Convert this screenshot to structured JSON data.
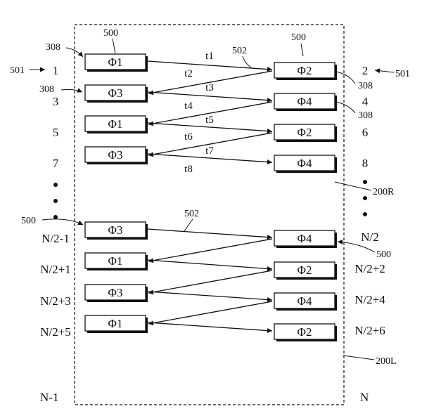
{
  "pipeline": {
    "rows": [
      {
        "left_label": "1",
        "left_phase": "Φ1",
        "right_label": "2",
        "right_phase": "Φ2"
      },
      {
        "left_label": "3",
        "left_phase": "Φ3",
        "right_label": "4",
        "right_phase": "Φ4"
      },
      {
        "left_label": "5",
        "left_phase": "Φ1",
        "right_label": "6",
        "right_phase": "Φ2"
      },
      {
        "left_label": "7",
        "left_phase": "Φ3",
        "right_label": "8",
        "right_phase": "Φ4"
      },
      {
        "left_label": "N/2-1",
        "left_phase": "Φ3",
        "right_label": "N/2",
        "right_phase": "Φ4"
      },
      {
        "left_label": "N/2+1",
        "left_phase": "Φ1",
        "right_label": "N/2+2",
        "right_phase": "Φ2"
      },
      {
        "left_label": "N/2+3",
        "left_phase": "Φ3",
        "right_label": "N/2+4",
        "right_phase": "Φ4"
      },
      {
        "left_label": "N/2+5",
        "left_phase": "Φ1",
        "right_label": "N/2+6",
        "right_phase": "Φ2"
      }
    ],
    "bottom_left_label": "N-1",
    "bottom_right_label": "N",
    "time_labels": [
      "t1",
      "t2",
      "t3",
      "t4",
      "t5",
      "t6",
      "t7",
      "t8"
    ]
  },
  "references": {
    "box_ref": "500",
    "arrow_ref": "502",
    "stage_ref": "308",
    "row_ref": "501",
    "region_upper": "200R",
    "region_lower": "200L"
  }
}
